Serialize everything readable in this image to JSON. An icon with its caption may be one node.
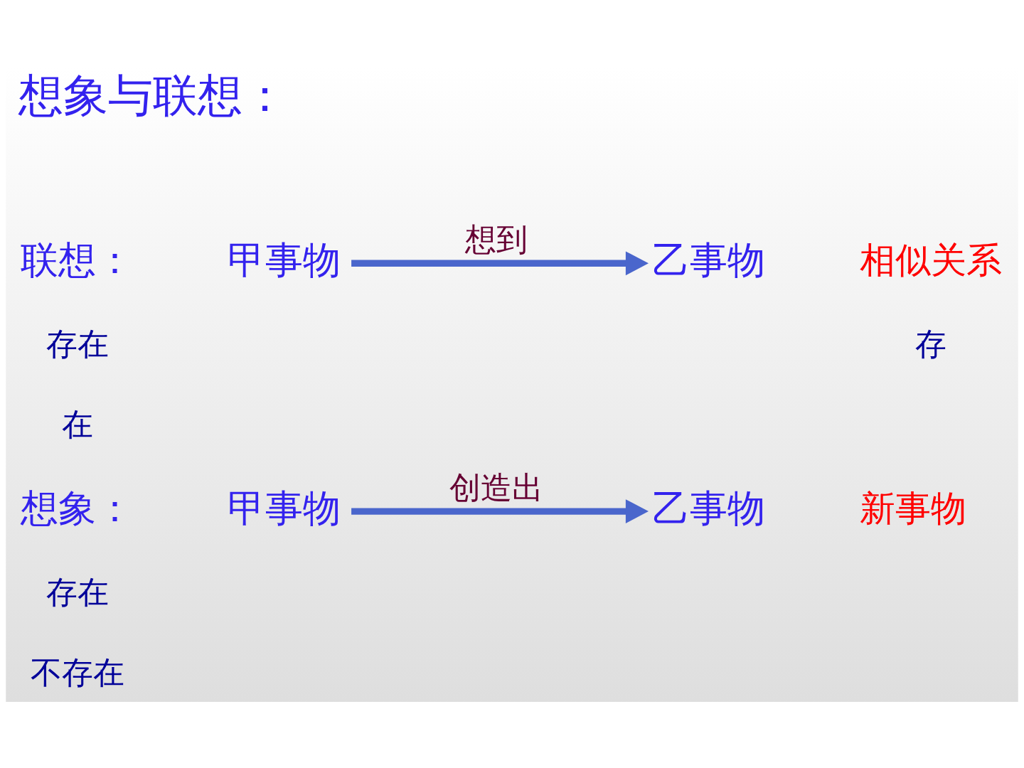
{
  "diagram": {
    "title": "想象与联想：",
    "nodes": [
      {
        "text": [
          "甲事物"
        ]
      },
      {
        "text": [
          "乙事物"
        ]
      },
      {
        "text": [
          "甲事物"
        ]
      },
      {
        "text": [
          "乙事物"
        ]
      }
    ],
    "edges": [
      {
        "from": 0,
        "to": 1,
        "arrow": "to",
        "label": "想到"
      },
      {
        "from": 2,
        "to": 3,
        "arrow": "to",
        "label": "创造出"
      }
    ],
    "labels": [
      "联想：",
      "相似关系",
      "存在",
      "存",
      "在",
      "想象：",
      "新事物",
      "存在",
      "不存在"
    ]
  }
}
